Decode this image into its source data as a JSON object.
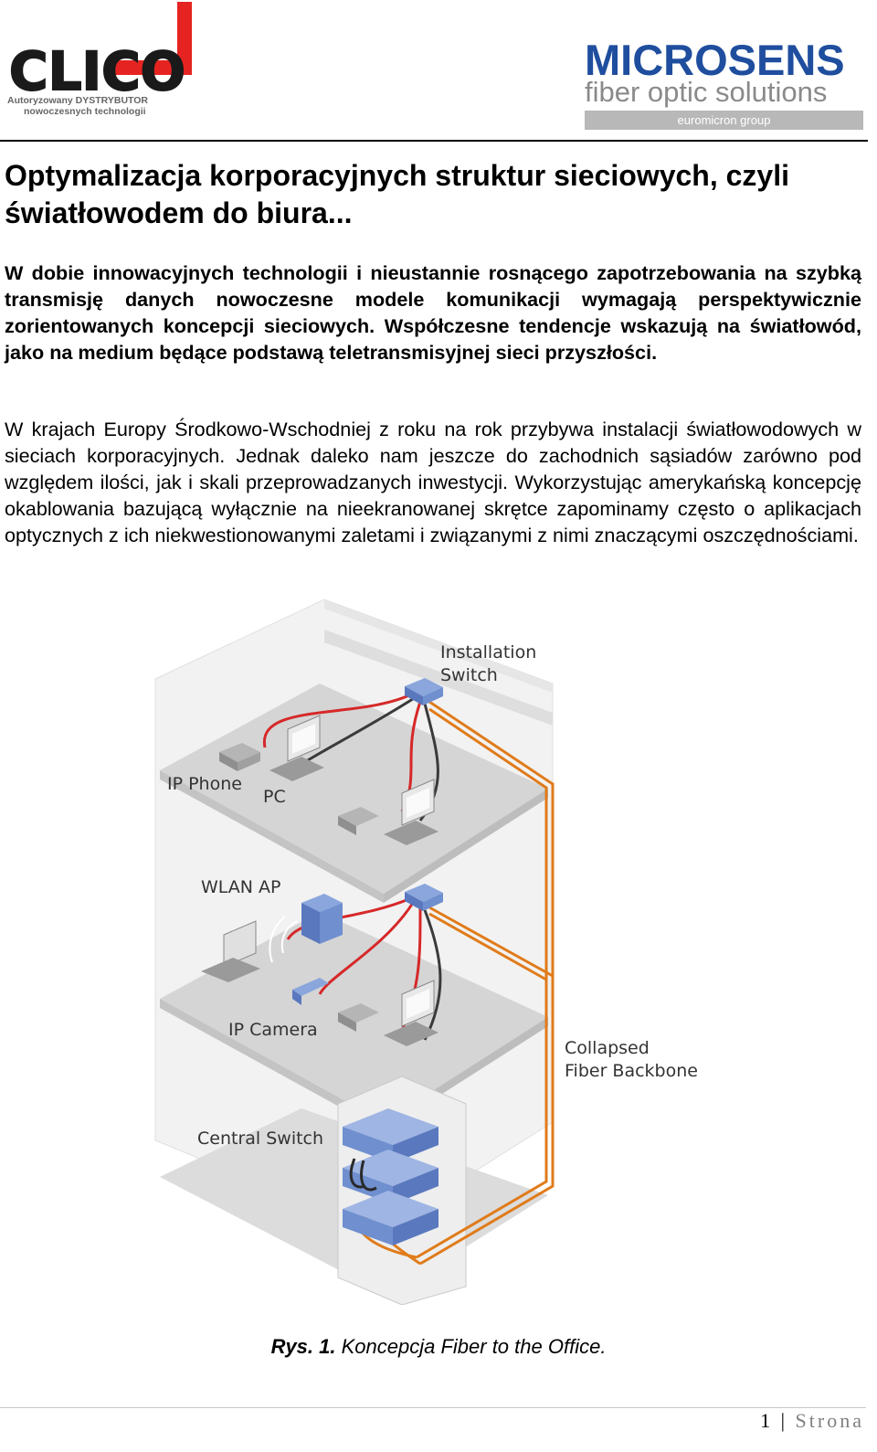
{
  "header": {
    "clico_logo_text": "CLICO",
    "clico_tagline_line1": "Autoryzowany DYSTRYBUTOR",
    "clico_tagline_line2": "nowoczesnych technologii",
    "microsens_name": "MICROSENS",
    "microsens_tagline": "fiber optic solutions",
    "microsens_group": "euromicron group"
  },
  "document": {
    "title": "Optymalizacja korporacyjnych struktur sieciowych, czyli światłowodem do biura...",
    "paragraph_bold": "W dobie innowacyjnych technologii i nieustannie rosnącego zapotrzebowania na szybką transmisję danych nowoczesne modele komunikacji wymagają perspektywicznie zorientowanych koncepcji sieciowych. Współczesne tendencje wskazują na światłowód, jako na medium będące podstawą teletransmisyjnej sieci przyszłości.",
    "paragraph_normal": "W krajach Europy Środkowo-Wschodniej z roku na rok przybywa instalacji światłowodowych w sieciach korporacyjnych. Jednak daleko nam jeszcze do zachodnich sąsiadów zarówno pod względem ilości, jak i skali przeprowadzanych inwestycji. Wykorzystując amerykańską koncepcję okablowania bazującą wyłącznie na nieekranowanej skrętce zapominamy często o aplikacjach optycznych z ich niekwestionowanymi zaletami i związanymi z nimi znaczącymi oszczędnościami."
  },
  "figure": {
    "labels": {
      "installation_switch_1": "Installation",
      "installation_switch_2": "Switch",
      "ip_phone": "IP Phone",
      "pc": "PC",
      "wlan_ap": "WLAN AP",
      "ip_camera": "IP Camera",
      "collapsed_backbone_1": "Collapsed",
      "collapsed_backbone_2": "Fiber Backbone",
      "central_switch": "Central Switch"
    },
    "colors": {
      "fiber": "#e07b1a",
      "copper_red": "#d62828",
      "copper_dark": "#3a3a3a",
      "device_blue": "#6f8fcf",
      "floor_gray": "#d8d8d8"
    }
  },
  "caption": {
    "label": "Rys. 1.",
    "text": " Koncepcja Fiber to the Office."
  },
  "footer": {
    "page_number": "1",
    "separator": " | ",
    "page_word": "Strona"
  }
}
